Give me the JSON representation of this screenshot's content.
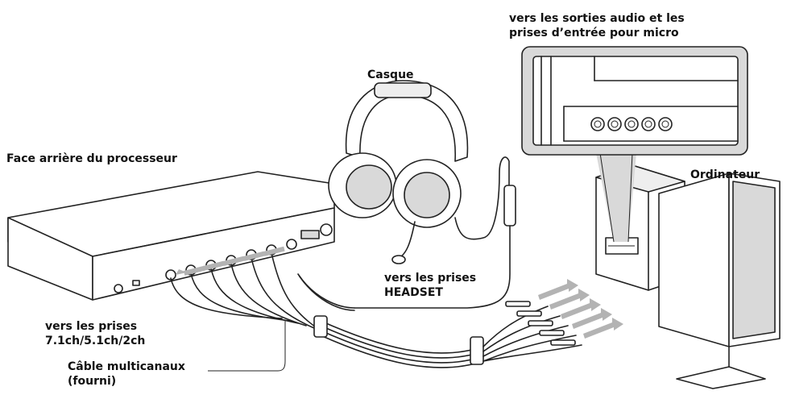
{
  "labels": {
    "processor_rear": "Face arrière du processeur",
    "headphones": "Casque",
    "computer": "Ordinateur",
    "computer_jacks_line1": "vers les sorties audio et les",
    "computer_jacks_line2": "prises d’entrée pour micro",
    "headset_jacks_line1": "vers les prises",
    "headset_jacks_line2": "HEADSET",
    "channel_jacks_line1": "vers les prises",
    "channel_jacks_line2": "7.1ch/5.1ch/2ch",
    "cable_line1": "Câble multicanaux",
    "cable_line2": "(fourni)"
  },
  "colors": {
    "line": "#222222",
    "arrow": "#b3b3b3",
    "panel": "#d9d9d9"
  }
}
